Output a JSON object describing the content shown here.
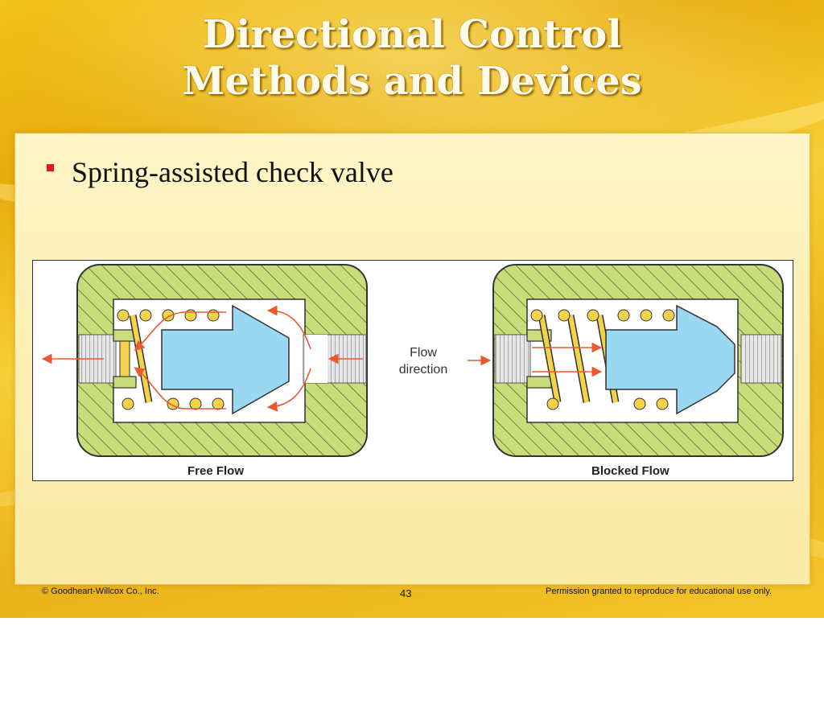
{
  "slide": {
    "title_line1": "Directional Control",
    "title_line2": "Methods and Devices",
    "bullet": "Spring-assisted check valve"
  },
  "figure": {
    "left_caption": "Free Flow",
    "right_caption": "Blocked Flow",
    "flow_label_line1": "Flow",
    "flow_label_line2": "direction"
  },
  "footer": {
    "copyright": "© Goodheart-Willcox Co., Inc.",
    "page_number": "43",
    "permission": "Permission granted to reproduce for educational use only."
  },
  "colors": {
    "body_fill": "#c8dc7a",
    "poppet": "#9ad7f0",
    "spring": "#f3d34a",
    "flow_arrow": "#ea5a2e",
    "bullet": "#e01b1b"
  }
}
